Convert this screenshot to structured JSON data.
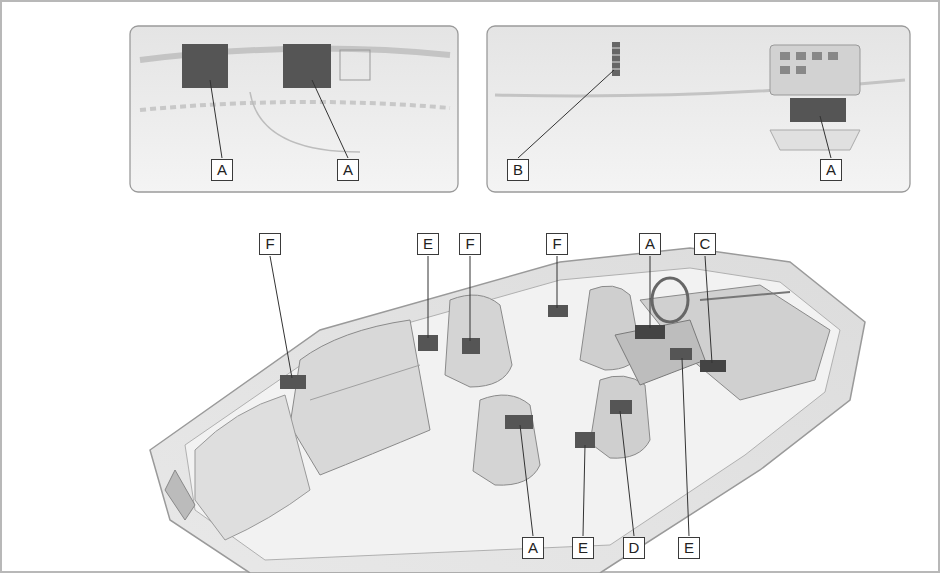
{
  "diagram": {
    "labels": [
      "A",
      "A",
      "B",
      "A",
      "F",
      "E",
      "F",
      "F",
      "A",
      "C",
      "A",
      "E",
      "D",
      "E"
    ]
  }
}
